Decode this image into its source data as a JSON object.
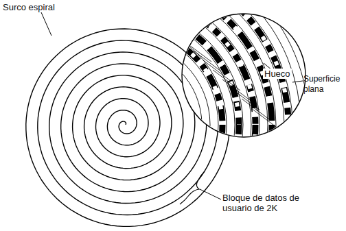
{
  "diagram": {
    "labels": [
      "Surco espiral",
      "Hueco",
      "Superficie plana",
      "Bloque de datos de usuario de 2K"
    ]
  }
}
